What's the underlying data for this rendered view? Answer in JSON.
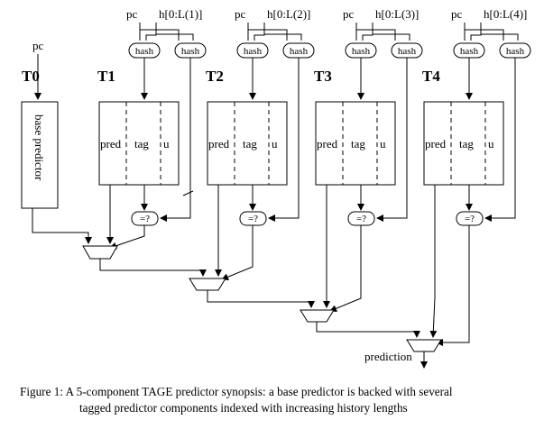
{
  "labels": {
    "pc": "pc",
    "hash": "hash",
    "pred": "pred",
    "tag": "tag",
    "u": "u",
    "compare": "=?",
    "base_predictor": "base predictor",
    "prediction": "prediction"
  },
  "tables": [
    {
      "id": "T0",
      "history": ""
    },
    {
      "id": "T1",
      "history": "h[0:L(1)]"
    },
    {
      "id": "T2",
      "history": "h[0:L(2)]"
    },
    {
      "id": "T3",
      "history": "h[0:L(3)]"
    },
    {
      "id": "T4",
      "history": "h[0:L(4)]"
    }
  ],
  "caption": {
    "line1": "Figure 1:  A 5-component TAGE predictor synopsis: a base predictor is backed with several",
    "line2": "tagged predictor components indexed with increasing history lengths"
  }
}
